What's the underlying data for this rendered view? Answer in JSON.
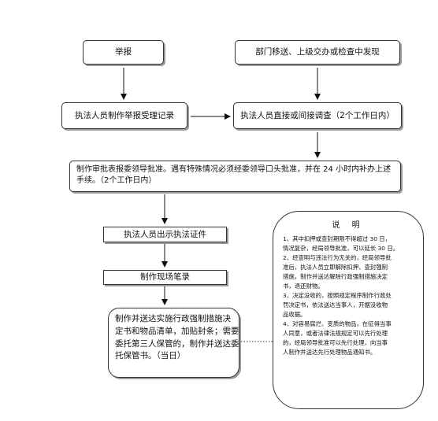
{
  "flow": {
    "report": "举报",
    "referral": "部门移送、上级交办或检查中发现",
    "record": "执法人员制作举报受理记录",
    "investigate": "执法人员直接或间接调查（2个工作日内）",
    "approval_line1": "制作审批表报委领导批准。遇有特殊情况必须经委领导口头批准，并在 24 小时内补办上述",
    "approval_line2": "手续。（2个工作日内）",
    "credentials": "执法人员出示执法证件",
    "onsite": "制作现场笔录",
    "enforce_line1": "制作并送达实施行政强制措施决",
    "enforce_line2": "定书和物品清单，加贴封条；需要",
    "enforce_line3": "委托第三人保管的，制作并送达委",
    "enforce_line4": "托保管书。（当日）"
  },
  "note": {
    "title": "说 明",
    "lines": [
      "1、其中扣押或查封期限不得超过 30 日，",
      "情况复杂，经局领导批准，可以延长 30 日。",
      "2、经查明与违法行为无关的，经局领导批",
      "准后，执法人员立即解除扣押、查封强制",
      "措施，制作并送达解除行政强制措施决定",
      "书，退还财物。",
      "3、决定没收的，按照规定程序制作行政处",
      "罚决定书，依法送达当事人，开据没收物",
      "品收据。",
      "4、对容易腐烂、变质的物品，在征得当事",
      "人同意，或者法律法规规定可以先行处理",
      "的，经局领导批准可以先行处理，向当事",
      "人制作并送达先行处理物品通知书。"
    ]
  }
}
